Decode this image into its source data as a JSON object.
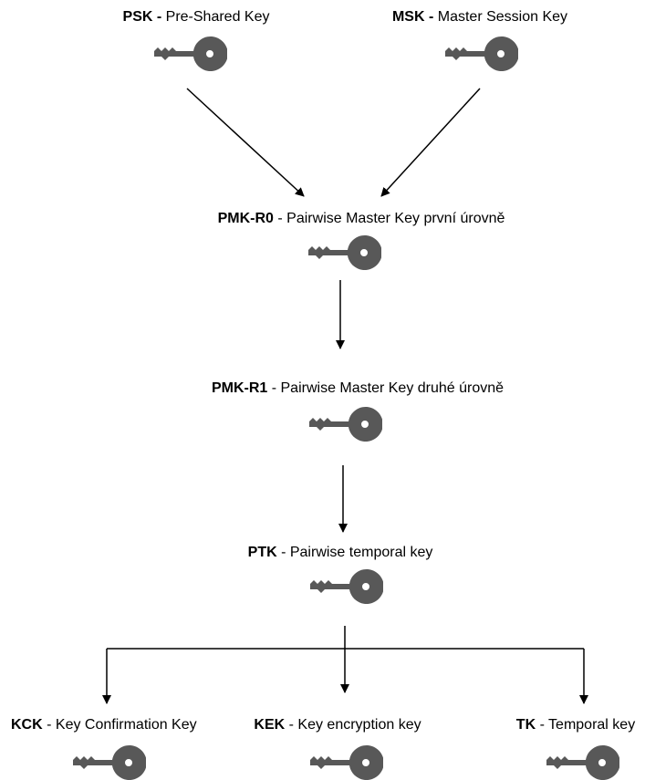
{
  "colors": {
    "key": "#585858",
    "line": "#000000"
  },
  "icons": {
    "key": "key-icon"
  },
  "nodes": {
    "psk": {
      "abbr": "PSK -",
      "desc": " Pre-Shared Key"
    },
    "msk": {
      "abbr": "MSK -",
      "desc": " Master Session Key"
    },
    "pmk_r0": {
      "abbr": "PMK-R0",
      "desc": " - Pairwise Master Key první úrovně"
    },
    "pmk_r1": {
      "abbr": "PMK-R1",
      "desc": " - Pairwise Master Key druhé úrovně"
    },
    "ptk": {
      "abbr": "PTK",
      "desc": " - Pairwise temporal key"
    },
    "kck": {
      "abbr": "KCK",
      "desc": " - Key Confirmation Key"
    },
    "kek": {
      "abbr": "KEK",
      "desc": " - Key encryption key"
    },
    "tk": {
      "abbr": "TK",
      "desc": " - Temporal key"
    }
  }
}
